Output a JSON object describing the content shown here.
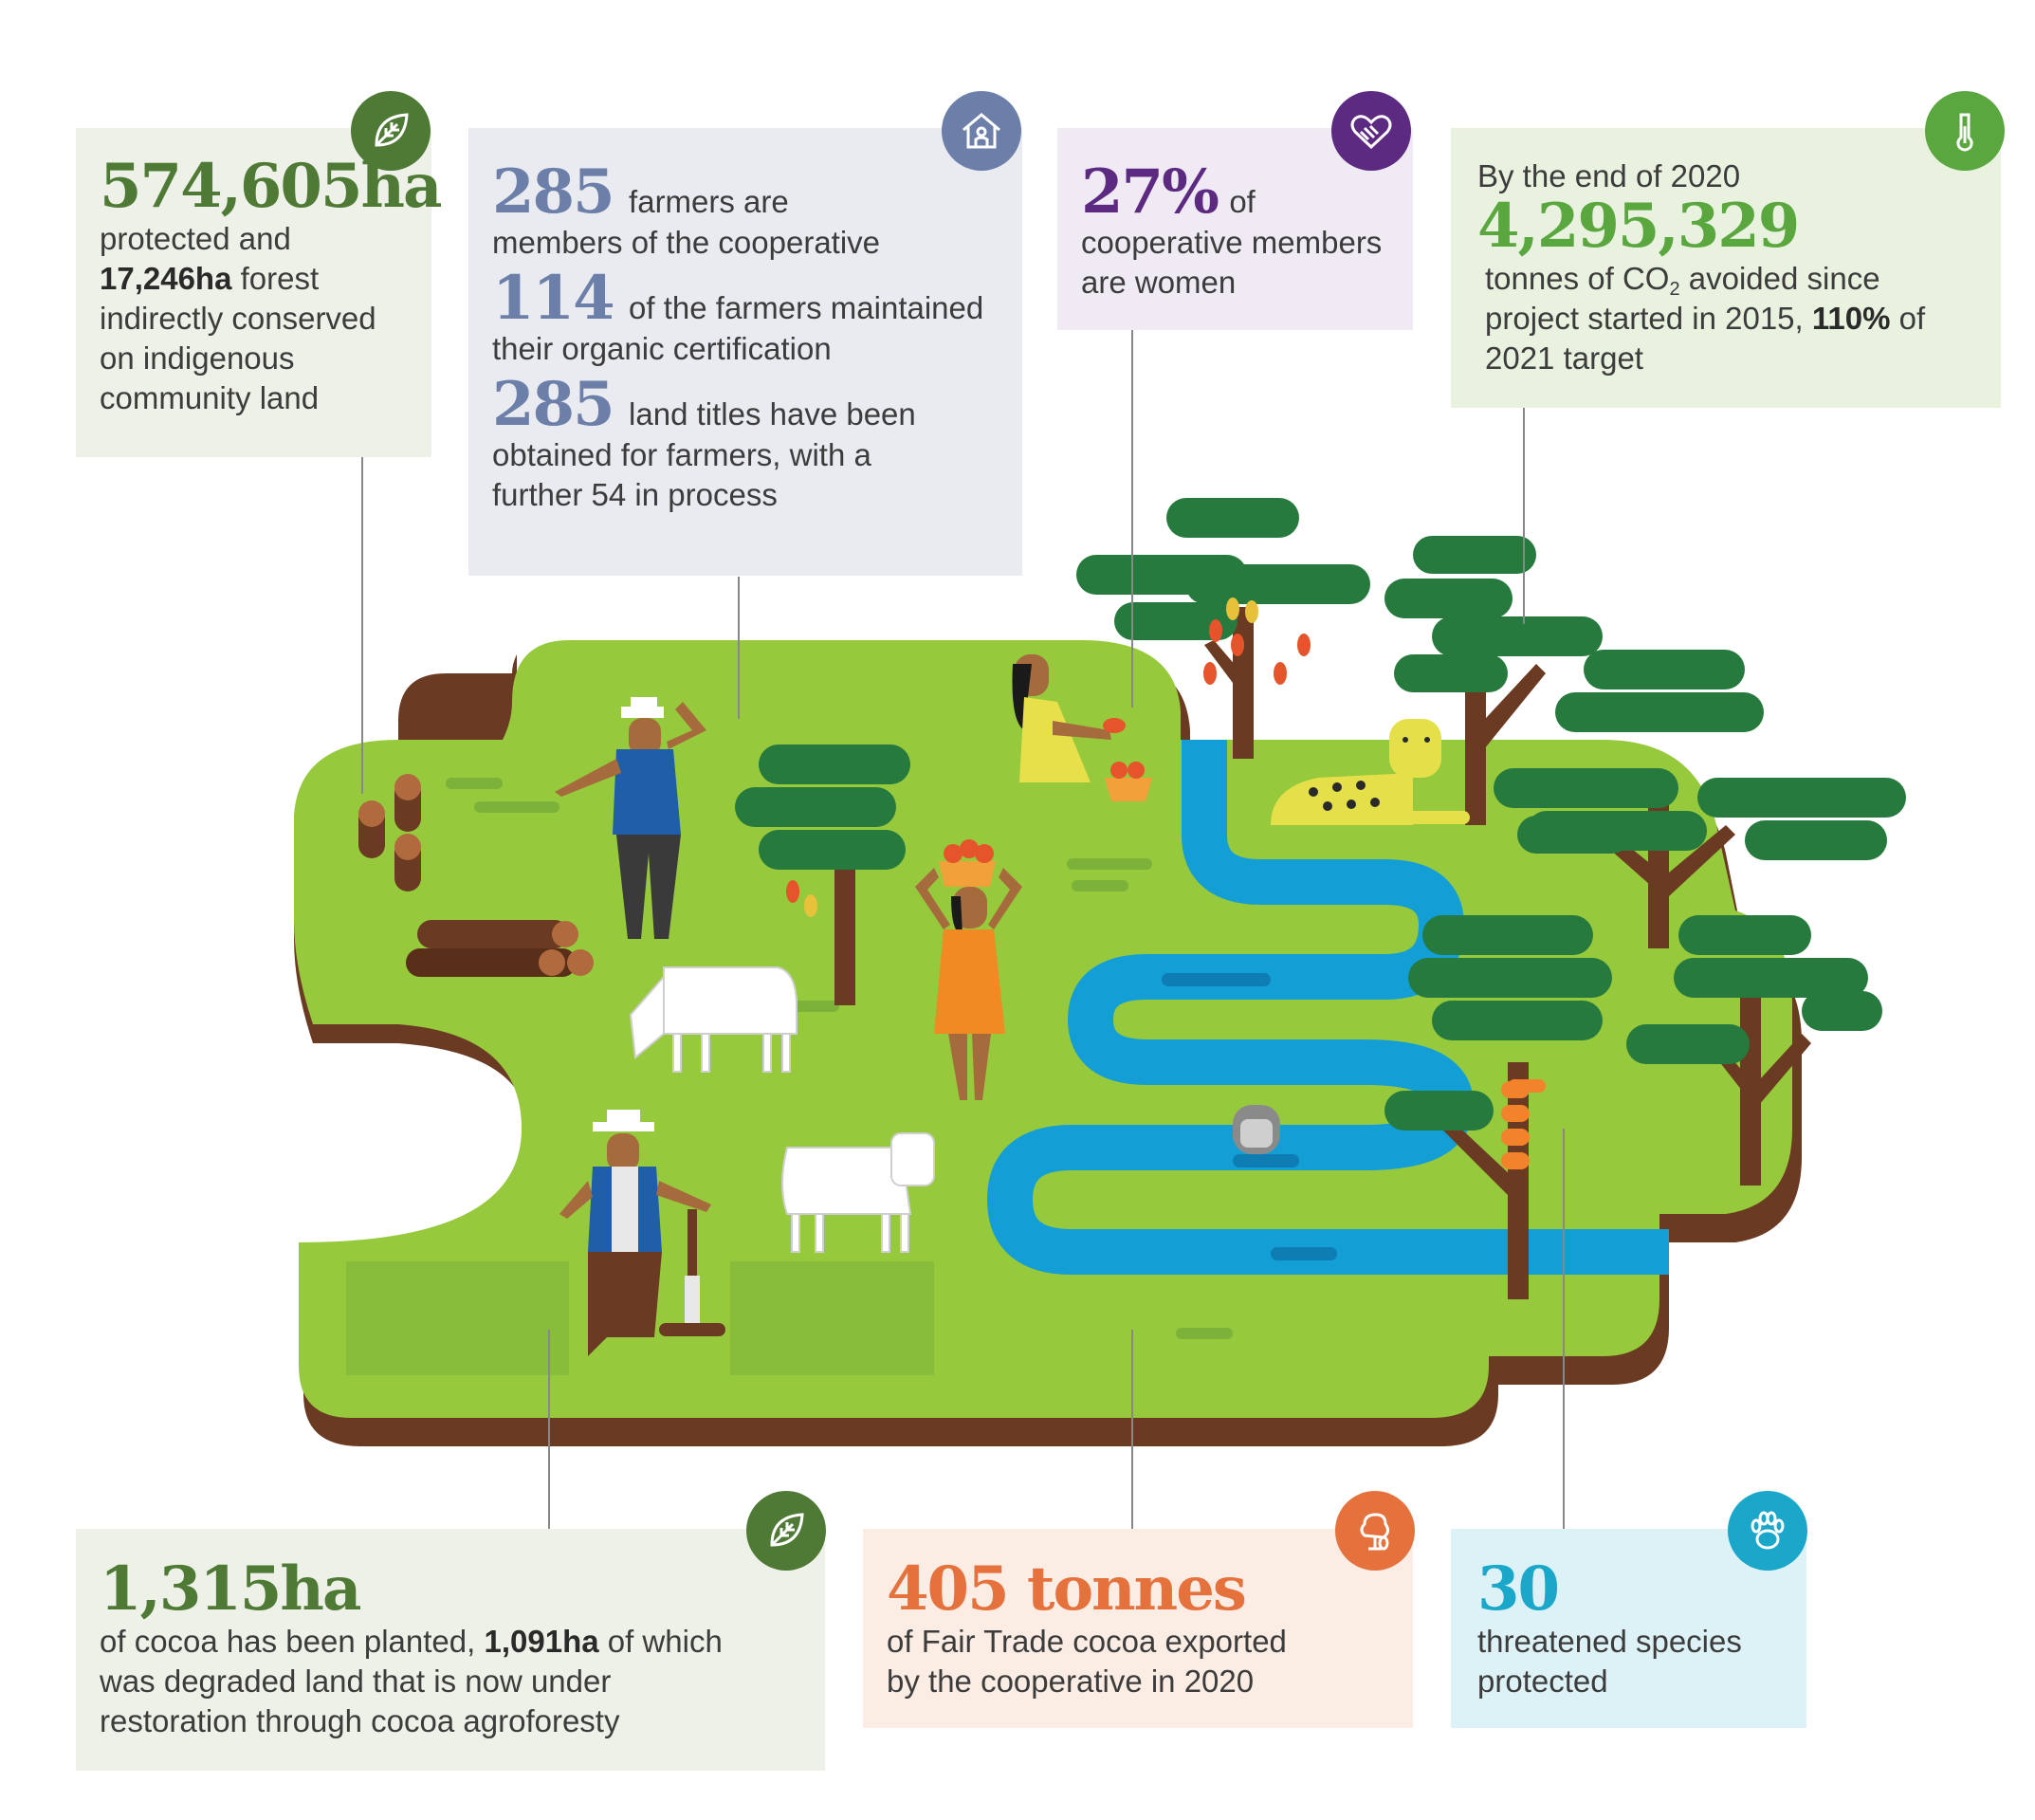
{
  "colors": {
    "green_dark": "#4f7a35",
    "green_accent": "#5aa63f",
    "blue_accent": "#6c7fa8",
    "purple_accent": "#5d2a82",
    "orange_accent": "#e5723d",
    "cyan_accent": "#1aa7c9",
    "grass": "#97c93d",
    "soil": "#6a3a22",
    "river": "#139fd6",
    "tree": "#267a3e",
    "trunk": "#6a3a22"
  },
  "stat_forest": {
    "icon": "leaf-icon",
    "value": "574,605ha",
    "text_1": "protected and",
    "bold": "17,246ha",
    "text_2": " forest indirectly conserved on indigenous community land"
  },
  "stat_farmers": {
    "icon": "house-icon",
    "value_1": "285",
    "text_1a": "farmers are",
    "text_1b": "members of the cooperative",
    "value_2": "114",
    "text_2a": "of the farmers maintained",
    "text_2b": "their organic certification",
    "value_3": "285",
    "text_3a": "land titles have been",
    "text_3b": "obtained for farmers, with a further 54 in process"
  },
  "stat_women": {
    "icon": "handshake-icon",
    "value": "27%",
    "text_1": "of",
    "text_2": "cooperative members are women"
  },
  "stat_co2": {
    "icon": "thermometer-icon",
    "intro": "By the end of 2020",
    "value": "4,295,329",
    "text_1": "tonnes of CO",
    "text_sub": "2",
    "text_2": " avoided since project started in 2015, ",
    "bold": "110%",
    "text_3": " of 2021 target"
  },
  "stat_cocoa": {
    "icon": "leaf-icon",
    "value": "1,315ha",
    "text_1": "of cocoa has been planted, ",
    "bold": "1,091ha",
    "text_2": " of which was degraded land that is now under restoration through cocoa agroforesty"
  },
  "stat_export": {
    "icon": "cocoa-tree-icon",
    "value": "405 tonnes",
    "text": "of Fair Trade cocoa exported by the cooperative in 2020"
  },
  "stat_species": {
    "icon": "paw-icon",
    "value": "30",
    "text": "threatened species protected"
  }
}
